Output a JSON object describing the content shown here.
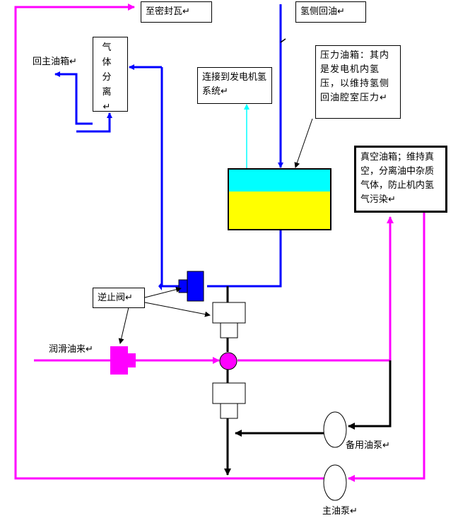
{
  "labels": {
    "to_seal": "至密封瓦↵",
    "h2_return": "氢侧回油↵",
    "return_main_tank": "回主油箱↵",
    "gas_separation": "气体分离↵",
    "connect_generator": "连接到发电机氢系统↵",
    "pressure_tank": "压力油箱：其内是发电机内氢压，以维持氢侧回油腔室压力↵",
    "vacuum_tank": "真空油箱；维持真空，分离油中杂质气体，防止机内氢气污染↵",
    "check_valve": "逆止阀↵",
    "lube_oil_in": "润滑油来↵",
    "backup_pump": "备用油泵↵",
    "main_pump": "主油泵↵"
  },
  "colors": {
    "hydrogen_oil": "#0000ff",
    "air_oil": "#ff00ff",
    "pump_line": "#000000",
    "gas_line": "#00ffff",
    "tank_gas": "#00ffff",
    "tank_oil": "#ffff00"
  }
}
